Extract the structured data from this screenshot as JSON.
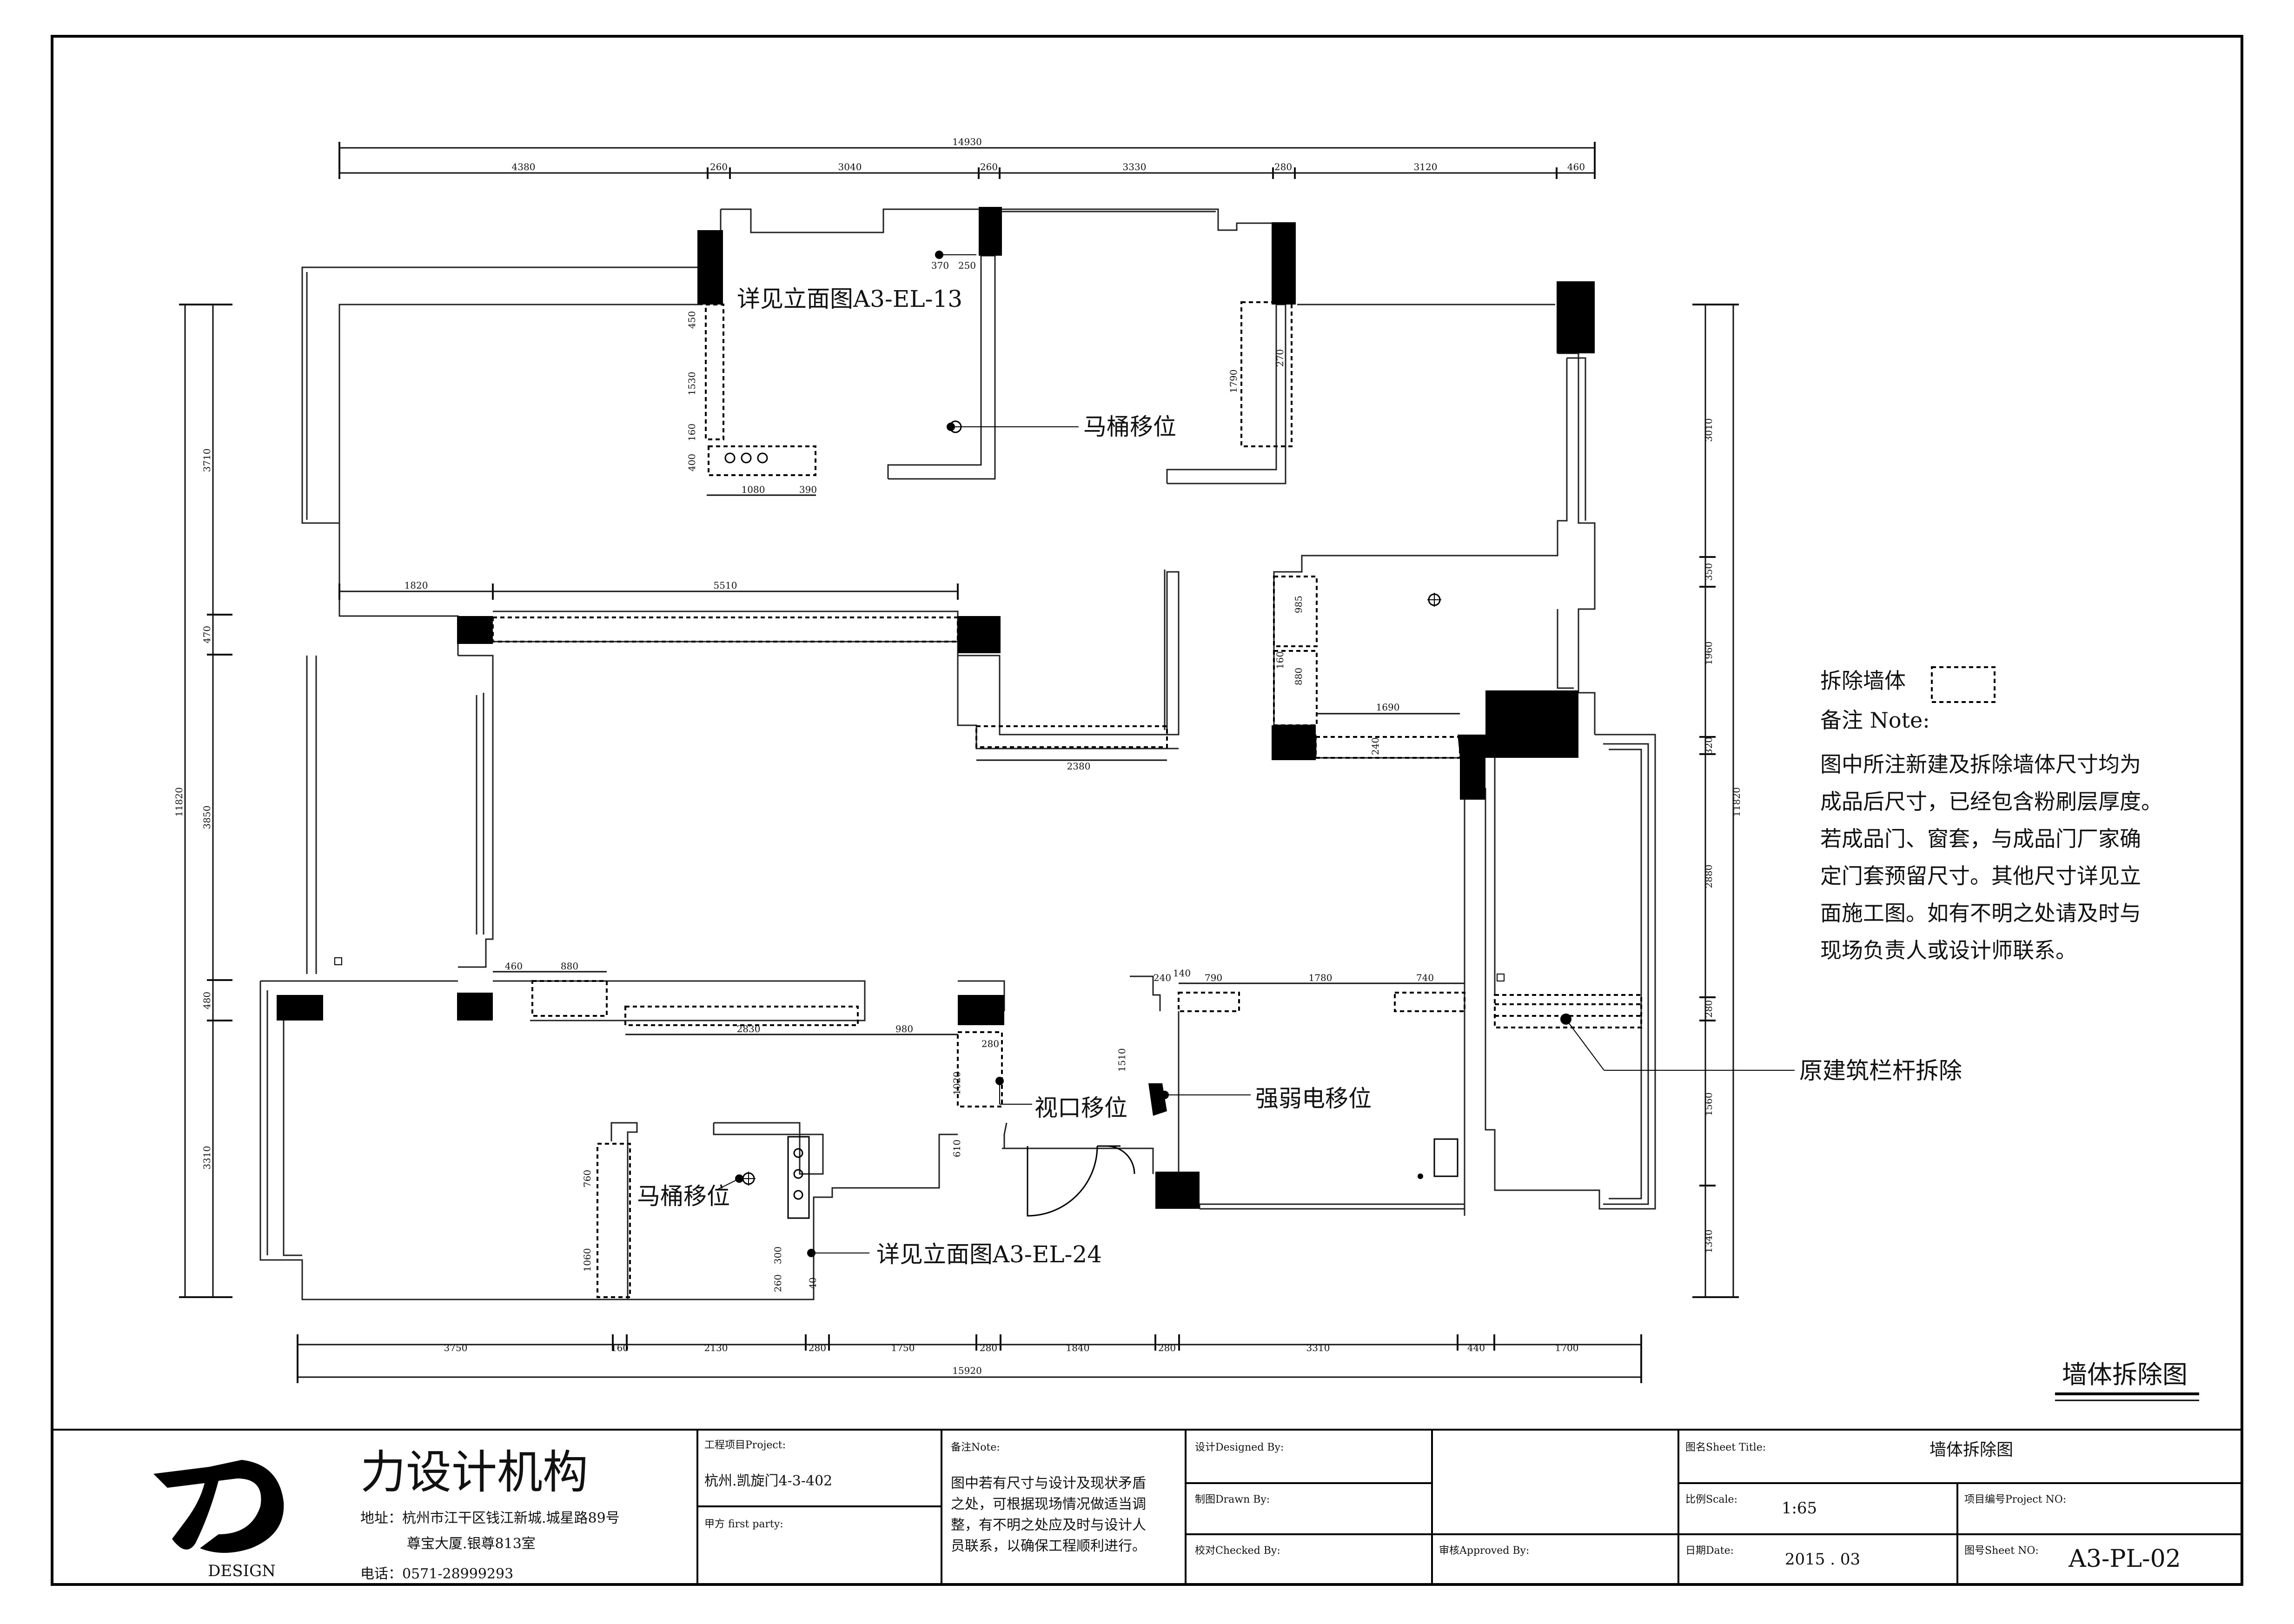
{
  "drawing": {
    "sheet_title": "墙体拆除图",
    "dims_top": [
      "14930",
      "4380",
      "260",
      "3040",
      "260",
      "3330",
      "280",
      "3120",
      "460"
    ],
    "dims_bottom": [
      "15920",
      "3750",
      "160",
      "2130",
      "280",
      "1750",
      "280",
      "1840",
      "280",
      "3310",
      "440",
      "1700"
    ],
    "dims_left": [
      "11820",
      "3710",
      "470",
      "3850",
      "480",
      "3310"
    ],
    "dims_right": [
      "11820",
      "3010",
      "350",
      "1960",
      "320",
      "2880",
      "280",
      "1560",
      "1340"
    ],
    "dims_inner": [
      "1820",
      "5510",
      "450",
      "1530",
      "160",
      "400",
      "1080",
      "390",
      "370",
      "250",
      "1790",
      "270",
      "985",
      "160",
      "880",
      "1690",
      "240",
      "2380",
      "460",
      "880",
      "2830",
      "980",
      "280",
      "1020",
      "610",
      "140",
      "240",
      "790",
      "1780",
      "740",
      "1510",
      "760",
      "1060",
      "300",
      "260",
      "40"
    ]
  },
  "labels": {
    "detail_top": "详见立面图A3-EL-13",
    "toilet_top": "马桶移位",
    "toilet_bottom": "马桶移位",
    "view_shift": "视口移位",
    "electric_shift": "强弱电移位",
    "detail_bottom": "详见立面图A3-EL-24",
    "railing_remove": "原建筑栏杆拆除"
  },
  "legend": {
    "demolish_wall": "拆除墙体",
    "note_title": "备注 Note:",
    "note_lines": [
      "图中所注新建及拆除墙体尺寸均为",
      "成品后尺寸，已经包含粉刷层厚度。",
      "若成品门、窗套，与成品门厂家确",
      "定门套预留尺寸。其他尺寸详见立",
      "面施工图。如有不明之处请及时与",
      "现场负责人或设计师联系。"
    ]
  },
  "title_block": {
    "company": "力设计机构",
    "logo_text": "DESIGN",
    "address_1": "地址：杭州市江干区钱江新城.城星路89号",
    "address_2": "尊宝大厦.银尊813室",
    "phone": "电话：0571-28999293",
    "project_label": "工程项目Project:",
    "project_value": "杭州.凯旋门4-3-402",
    "party_label": "甲方 first party:",
    "note_label": "备注Note:",
    "note_lines": [
      "图中若有尺寸与设计及现状矛盾",
      "之处，可根据现场情况做适当调",
      "整，有不明之处应及时与设计人",
      "员联系，以确保工程顺利进行。"
    ],
    "designed_label": "设计Designed By:",
    "drawn_label": "制图Drawn By:",
    "checked_label": "校对Checked By:",
    "approved_label": "审核Approved By:",
    "sheet_title_label": "图名Sheet Title:",
    "sheet_title_value": "墙体拆除图",
    "scale_label": "比例Scale:",
    "scale_value": "1:65",
    "project_no_label": "项目编号Project NO:",
    "date_label": "日期Date:",
    "date_value": "2015 . 03",
    "sheet_no_label": "图号Sheet NO:",
    "sheet_no_value": "A3-PL-02"
  }
}
